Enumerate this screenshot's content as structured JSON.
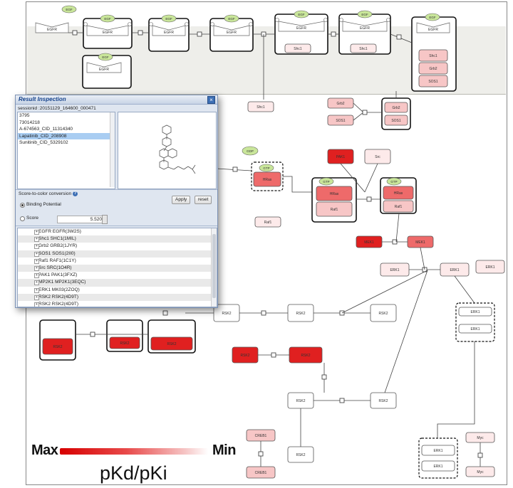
{
  "network": {
    "egf_label": "EGF",
    "gdp_label": "GDP",
    "gtp_label": "GTP",
    "colors": {
      "strong": "#e02020",
      "medium": "#ee6a6a",
      "light": "#f7c6c6",
      "pale": "#fdeaea",
      "compartment": "#eeeeea"
    },
    "top_nodes": [
      {
        "label": "EGFR",
        "sublabel": ""
      },
      {
        "label": "EGFR",
        "sublabel": ""
      },
      {
        "label": "EGFR",
        "sublabel": ""
      },
      {
        "label": "EGFR",
        "sublabel": ""
      },
      {
        "label": "EGFR",
        "sublabel": ""
      },
      {
        "label": "EGFR",
        "sublabel": ""
      }
    ],
    "shc_labels": [
      "Shc1",
      "Shc1",
      "Shc1"
    ],
    "grb_label": "Grb2",
    "sos_label": "SOS1",
    "hras_label": "HRas",
    "raf_label": "Raf1",
    "pak_label": "PAK1",
    "src_label": "Src",
    "mek_label": "MEK1",
    "erk_label": "ERK1",
    "rsk_label": "RSK2",
    "creb_label": "CREB1",
    "myc_label": "Myc"
  },
  "dialog": {
    "title": "Result Inspection",
    "session": "sessionid :20151129_164600_000471",
    "ligands": [
      {
        "name": "3795",
        "selected": false
      },
      {
        "name": "73014218",
        "selected": false
      },
      {
        "name": "A-674563_CID_11314340",
        "selected": false
      },
      {
        "name": "Lapatinib_CID_208908",
        "selected": true
      },
      {
        "name": "Sunitinib_CID_5329102",
        "selected": false
      }
    ],
    "conversion_label": "Score-to-color conversion",
    "option_binding": "Binding Potential",
    "option_score": "Score",
    "score_value": "5.520",
    "apply_label": "Apply",
    "reset_label": "reset",
    "targets": [
      "EGFR EGFR(3W2S)",
      "Shc1 SHC1(1MIL)",
      "Grb2 GRB2(1JYR)",
      "SOS1 SOS1(2II0)",
      "Raf1 RAF1(1C1Y)",
      "Src SRC(1O4R)",
      "PAK1 PAK1(3FXZ)",
      "MP2K1 MP2K1(3EQC)",
      "ERK1 MK03(2ZOQ)",
      "RSK2 RSK2(4D9T)",
      "RSK2 RSK2(4D9T)"
    ]
  },
  "legend": {
    "max_label": "Max",
    "min_label": "Min",
    "caption": "pKd/pKi"
  }
}
